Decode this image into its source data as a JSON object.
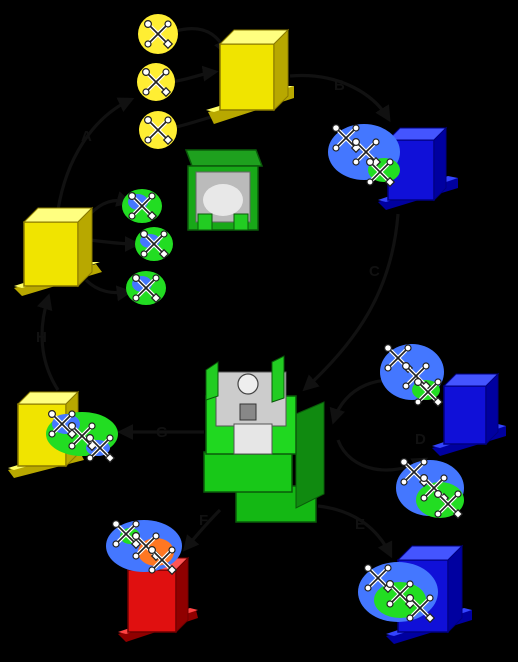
{
  "labels": {
    "a": "A",
    "b": "B",
    "c": "C",
    "d": "D",
    "e": "E",
    "f": "F",
    "g": "G",
    "h": "H"
  },
  "colors": {
    "background": "#000000",
    "yellow": "#f0e400",
    "blue": "#1010d8",
    "red": "#e01010",
    "green": "#10c810",
    "arrow": "#111111",
    "tool_badge_yellow": "#ffee33",
    "tool_badge_green": "#22dd22",
    "tool_badge_blue": "#4477ff",
    "tool_badge_orange": "#ff7722"
  },
  "icons": {
    "box": "container-cube-icon",
    "tools": "wrench-screwdriver-icon",
    "tray": "open-tray-icon",
    "machine": "green-processing-unit-icon"
  }
}
